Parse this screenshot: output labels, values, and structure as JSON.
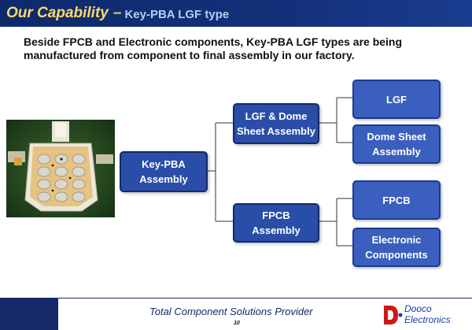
{
  "header": {
    "title_main": "Our Capability",
    "title_dash": "–",
    "title_sub": "Key-PBA LGF type"
  },
  "subtitle": "Beside FPCB and Electronic components, Key-PBA LGF types are being manufactured from component to final assembly in our factory.",
  "diagram": {
    "root": {
      "line1": "Key-PBA",
      "line2": "Assembly"
    },
    "branch_top": {
      "line1": "LGF & Dome",
      "line2": "Sheet Assembly"
    },
    "branch_bottom": {
      "line1": "FPCB",
      "line2": "Assembly"
    },
    "leaf_lgf": "LGF",
    "leaf_dome": {
      "line1": "Dome Sheet",
      "line2": "Assembly"
    },
    "leaf_fpcb": "FPCB",
    "leaf_electronic": {
      "line1": "Electronic",
      "line2": "Components"
    }
  },
  "footer": {
    "tagline": "Total Component Solutions Provider",
    "page_number": "10",
    "logo_line1": "Dooco",
    "logo_line2": "Electronics"
  },
  "colors": {
    "title_bar": "#13307a",
    "title_text": "#ffd86a",
    "box_fill": "#2a4ea8",
    "connector": "#333333"
  }
}
